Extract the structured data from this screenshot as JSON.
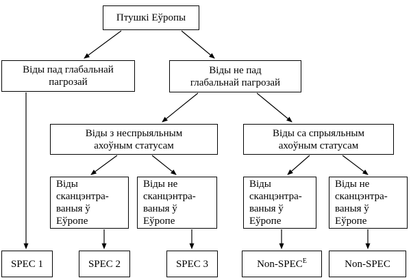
{
  "diagram": {
    "title": "Птушкі Еўропы",
    "nodes": {
      "root": {
        "label": "Птушкі Еўропы"
      },
      "global_threat": {
        "label": "Віды пад глабальнай\nпагрозай"
      },
      "no_global_threat": {
        "label": "Віды не пад\nглабальнай пагрозай"
      },
      "unfavourable_status": {
        "label": "Віды з неспрыяльным\nахоўным статусам"
      },
      "favourable_status": {
        "label": "Віды са спрыяльным\nахоўным статусам"
      },
      "concentrated_unfavourable": {
        "label": "Віды\nсканцэнтра-\nваныя ў\nЕўропе"
      },
      "not_concentrated_unfavourable": {
        "label": "Віды не\nсканцэнтра-\nваныя ў\nЕўропе"
      },
      "concentrated_favourable": {
        "label": "Віды\nсканцэнтра-\nваныя ў\nЕўропе"
      },
      "not_concentrated_favourable": {
        "label": "Віды не\nсканцэнтра-\nваныя ў\nЕўропе"
      },
      "spec1": {
        "label": "SPEC 1"
      },
      "spec2": {
        "label": "SPEC 2"
      },
      "spec3": {
        "label": "SPEC 3"
      },
      "non_spec_e": {
        "label": "Non-SPEC",
        "superscript": "E"
      },
      "non_spec": {
        "label": "Non-SPEC"
      }
    },
    "colors": {
      "line": "#000000",
      "background": "#ffffff",
      "text": "#000000"
    }
  }
}
